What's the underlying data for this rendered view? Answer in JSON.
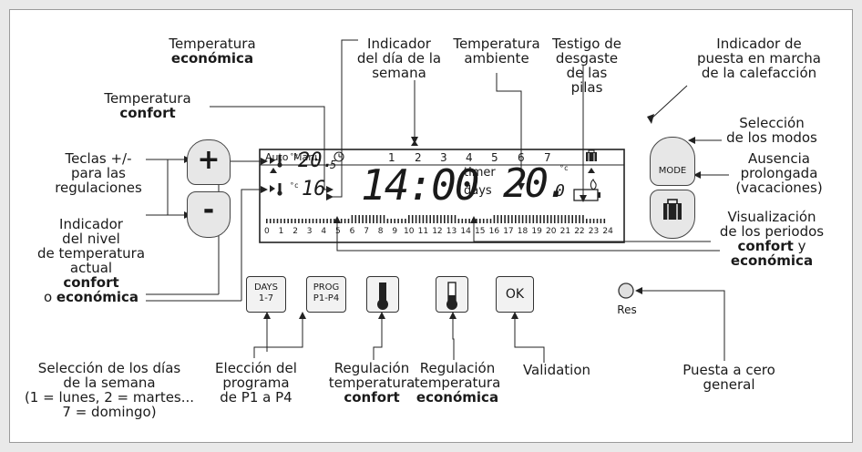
{
  "labels": {
    "temp_eco": {
      "l1": "Temperatura",
      "l2": "económica"
    },
    "dia_semana": {
      "l1": "Indicador",
      "l2": "del día de la",
      "l3": "semana"
    },
    "temp_amb": {
      "l1": "Temperatura",
      "l2": "ambiente"
    },
    "pilas": {
      "l1": "Testigo de",
      "l2": "desgaste",
      "l3": "de las pilas"
    },
    "calefaccion": {
      "l1": "Indicador de",
      "l2": "puesta en marcha",
      "l3": "de la calefacción"
    },
    "temp_confort": {
      "l1": "Temperatura",
      "l2": "confort"
    },
    "teclas": {
      "l1": "Teclas +/-",
      "l2": "para las",
      "l3": "regulaciones"
    },
    "nivel": {
      "l1": "Indicador",
      "l2": "del nivel",
      "l3": "de temperatura",
      "l4": "actual",
      "l5": "confort",
      "l6a": "o ",
      "l6b": "económica"
    },
    "modos": {
      "l1": "Selección",
      "l2": "de los modos"
    },
    "ausencia": {
      "l1": "Ausencia",
      "l2": "prolongada",
      "l3": "(vacaciones)"
    },
    "periodos": {
      "l1": "Visualización",
      "l2": "de los periodos",
      "l3a": "confort",
      "l3b": " y",
      "l4": "económica"
    },
    "sel_dias": {
      "l1": "Selección de los días",
      "l2": "de la semana",
      "l3": "(1 = lunes, 2 = martes...",
      "l4": "7 = domingo)"
    },
    "eleccion": {
      "l1": "Elección del",
      "l2": "programa",
      "l3": "de P1 a P4"
    },
    "reg_confort": {
      "l1": "Regulación",
      "l2": "temperatura",
      "l3": "confort"
    },
    "reg_eco": {
      "l1": "Regulación",
      "l2": "temperatura",
      "l3": "económica"
    },
    "validation": {
      "l1": "Validation"
    },
    "reset": {
      "l1": "Puesta a cero",
      "l2": "general"
    }
  },
  "display": {
    "auto": "Auto",
    "manu": "Manu",
    "days": [
      "1",
      "2",
      "3",
      "4",
      "5",
      "6",
      "7"
    ],
    "confort_temp": "20.",
    "confort_dec": "5",
    "eco_temp": "16",
    "time": "14:00",
    "timer": "timer",
    "days_word": "days",
    "amb_temp": "20.",
    "amb_dec": "0",
    "unit": "°c",
    "hours": [
      "0",
      "1",
      "2",
      "3",
      "4",
      "5",
      "6",
      "7",
      "8",
      "9",
      "10",
      "11",
      "12",
      "13",
      "14",
      "15",
      "16",
      "17",
      "18",
      "19",
      "20",
      "21",
      "22",
      "23",
      "24"
    ]
  },
  "buttons": {
    "plus": "+",
    "minus": "-",
    "mode": "MODE",
    "days_l1": "DAYS",
    "days_l2": "1-7",
    "prog_l1": "PROG",
    "prog_l2": "P1-P4",
    "ok": "OK",
    "res": "Res"
  },
  "icons": [
    "clock-icon",
    "suitcase-icon",
    "flame-icon",
    "battery-icon",
    "thermometer-icon"
  ]
}
